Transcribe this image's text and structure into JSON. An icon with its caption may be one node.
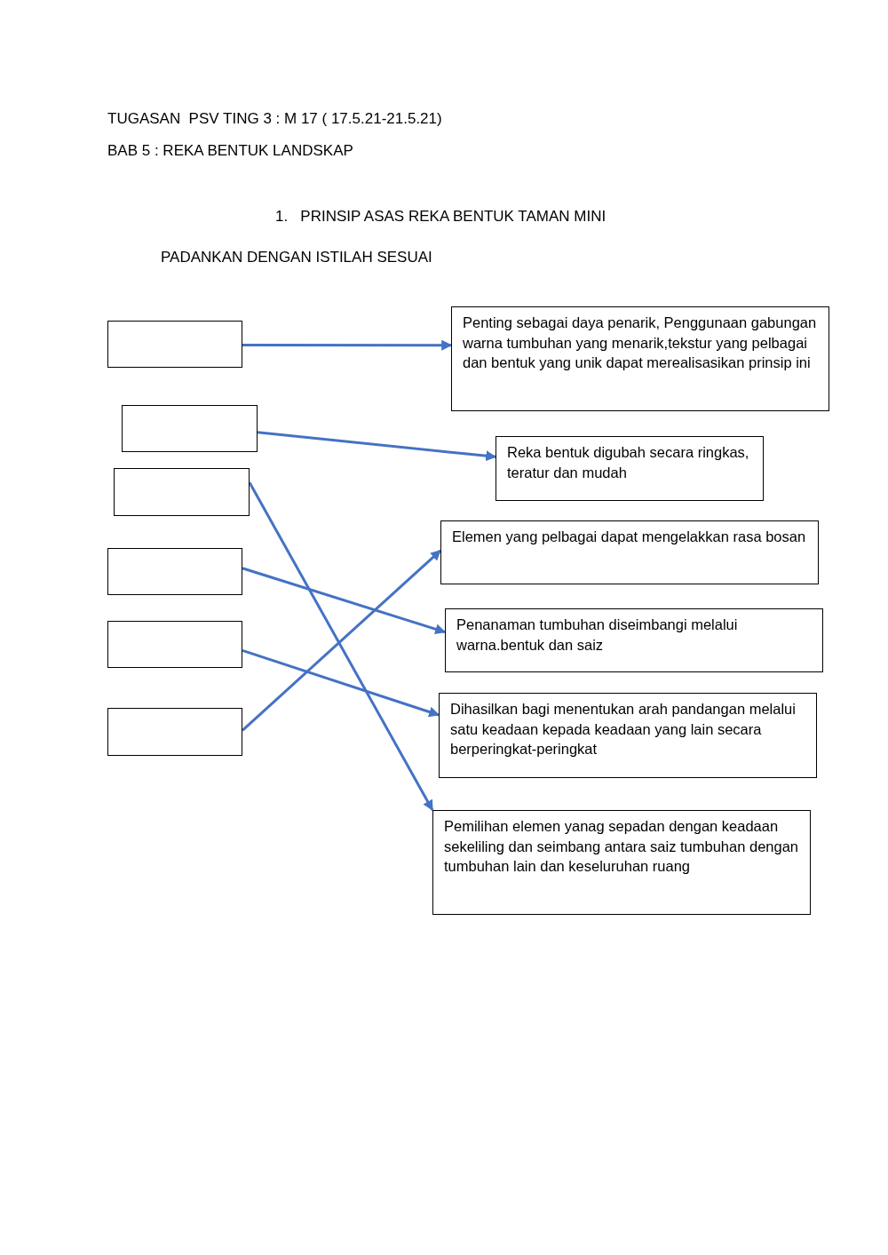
{
  "diagram": {
    "title": "TUGASAN  PSV TING 3 : M 17 ( 17.5.21-21.5.21)",
    "labels": [
      "BAB 5 : REKA BENTUK LANDSKAP",
      "1.   PRINSIP ASAS REKA BENTUK TAMAN MINI",
      "PADANKAN DENGAN ISTILAH SESUAI"
    ],
    "nodes": [
      {
        "text": [],
        "shape": "box"
      },
      {
        "text": [],
        "shape": "box"
      },
      {
        "text": [],
        "shape": "box"
      },
      {
        "text": [],
        "shape": "box"
      },
      {
        "text": [],
        "shape": "box"
      },
      {
        "text": [],
        "shape": "box"
      },
      {
        "text": [
          "Penting sebagai daya penarik, Penggunaan gabungan warna tumbuhan yang menarik,tekstur yang pelbagai  dan bentuk yang unik dapat merealisasikan prinsip ini"
        ]
      },
      {
        "text": [
          "Reka bentuk digubah secara ringkas, teratur dan mudah"
        ]
      },
      {
        "text": [
          "Elemen yang pelbagai dapat mengelakkan rasa bosan"
        ]
      },
      {
        "text": [
          "Penanaman tumbuhan diseimbangi melalui warna.bentuk dan saiz"
        ]
      },
      {
        "text": [
          "Dihasilkan bagi menentukan arah pandangan melalui satu keadaan kepada keadaan yang lain secara berperingkat-peringkat"
        ]
      },
      {
        "text": [
          "Pemilihan elemen yanag sepadan dengan keadaan sekeliling dan seimbang antara saiz tumbuhan dengan tumbuhan lain dan keseluruhan ruang"
        ]
      }
    ],
    "edges": [
      {
        "from": 0,
        "to": 6,
        "arrow": "to"
      },
      {
        "from": 1,
        "to": 7,
        "arrow": "to"
      },
      {
        "from": 2,
        "to": 11,
        "arrow": "to"
      },
      {
        "from": 3,
        "to": 9,
        "arrow": "to"
      },
      {
        "from": 4,
        "to": 10,
        "arrow": "to"
      },
      {
        "from": 5,
        "to": 8,
        "arrow": "to"
      }
    ]
  }
}
